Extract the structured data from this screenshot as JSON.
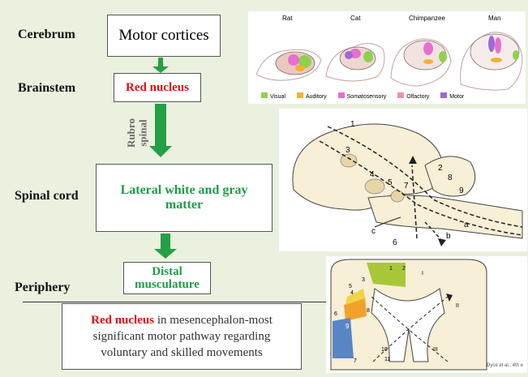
{
  "levels": {
    "cerebrum": "Cerebrum",
    "brainstem": "Brainstem",
    "spinal_cord": "Spinal cord",
    "periphery": "Periphery"
  },
  "boxes": {
    "motor_cortices": "Motor cortices",
    "red_nucleus": "Red nucleus",
    "lateral_white_gray_line1": "Lateral white and gray",
    "lateral_white_gray_line2": "matter",
    "distal_line1": "Distal",
    "distal_line2": "musculature"
  },
  "tract_label": {
    "line1": "Rubro",
    "line2": "spinal"
  },
  "summary": {
    "highlight": "Red nucleus",
    "rest_line1": " in mesencephalon-most",
    "line2": "significant motor pathway regarding",
    "line3": "voluntary and skilled movements"
  },
  "species_panel": {
    "species": [
      "Rat",
      "Cat",
      "Chimpanzee",
      "Man"
    ],
    "legend": [
      {
        "label": "Visual",
        "color": "#8fd14f"
      },
      {
        "label": "Auditory",
        "color": "#f2b134"
      },
      {
        "label": "Somatosensory",
        "color": "#e76fd0"
      },
      {
        "label": "Olfactory",
        "color": "#f08fb0"
      },
      {
        "label": "Motor",
        "color": "#9b6ad6"
      }
    ]
  },
  "brain_labels": [
    "1",
    "2",
    "3",
    "4",
    "5",
    "6",
    "7",
    "8",
    "9",
    "a",
    "b",
    "c"
  ],
  "cord_labels": {
    "left": [
      "1",
      "2",
      "3",
      "4",
      "5",
      "6",
      "7",
      "8",
      "9",
      "10",
      "11"
    ],
    "right": [
      "I",
      "II",
      "III"
    ]
  },
  "citation": "Dyce et al., 4th e"
}
